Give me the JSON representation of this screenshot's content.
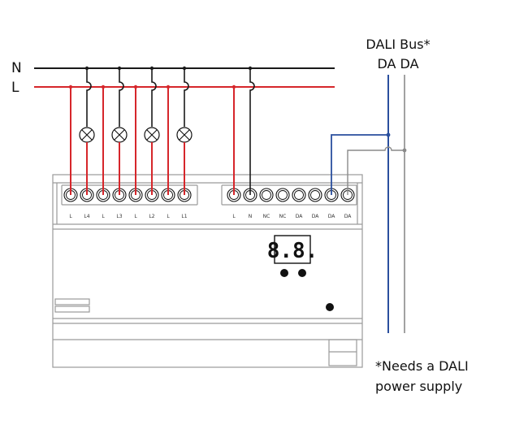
{
  "bus_labels": {
    "n": "N",
    "l": "L"
  },
  "dali_bus": {
    "title": "DALI Bus*",
    "pair": "DA DA"
  },
  "note": {
    "line1": "*Needs a DALI",
    "line2": "power supply"
  },
  "display": {
    "digits": "8.8."
  },
  "left_terminals": [
    "L",
    "L4",
    "L",
    "L3",
    "L",
    "L2",
    "L",
    "L1"
  ],
  "right_terminals": [
    "L",
    "N",
    "NC",
    "NC",
    "DA",
    "DA",
    "DA",
    "DA"
  ],
  "colors": {
    "live": "#d6262b",
    "neutral": "#1a1a1a",
    "dali": "#2a4f9e",
    "dali2": "#8a8a8a",
    "device": "#9a9a9a"
  }
}
